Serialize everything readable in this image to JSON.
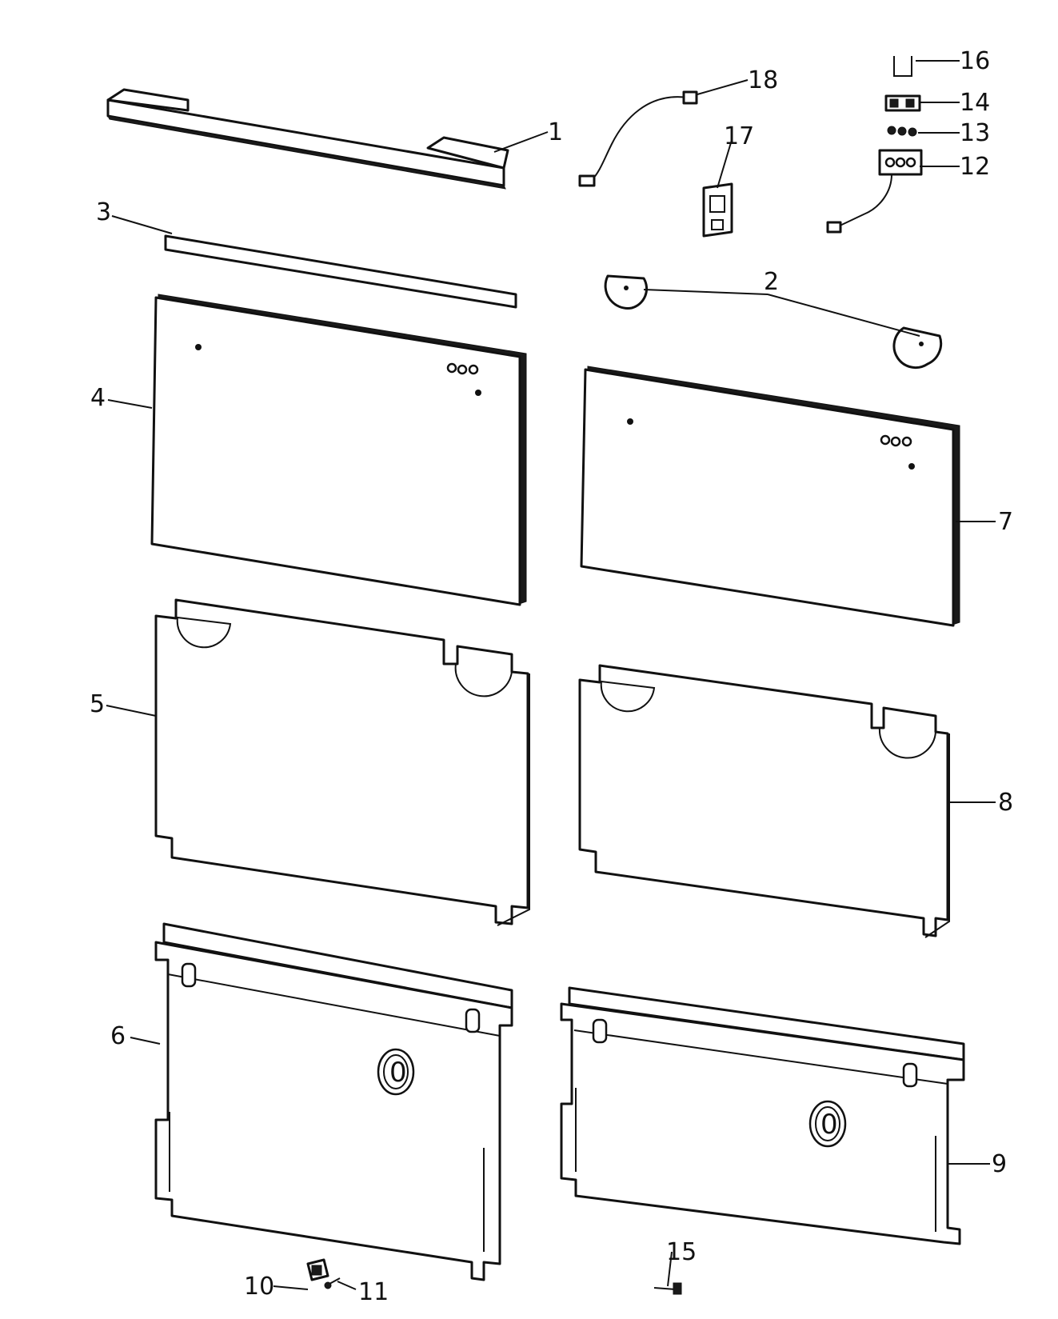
{
  "callouts": [
    {
      "id": "c1",
      "text": "1"
    },
    {
      "id": "c2",
      "text": "2"
    },
    {
      "id": "c3",
      "text": "3"
    },
    {
      "id": "c4",
      "text": "4"
    },
    {
      "id": "c5",
      "text": "5"
    },
    {
      "id": "c6",
      "text": "6"
    },
    {
      "id": "c7",
      "text": "7"
    },
    {
      "id": "c8",
      "text": "8"
    },
    {
      "id": "c9",
      "text": "9"
    },
    {
      "id": "c10",
      "text": "10"
    },
    {
      "id": "c11",
      "text": "11"
    },
    {
      "id": "c12",
      "text": "12"
    },
    {
      "id": "c13",
      "text": "13"
    },
    {
      "id": "c14",
      "text": "14"
    },
    {
      "id": "c15",
      "text": "15"
    },
    {
      "id": "c16",
      "text": "16"
    },
    {
      "id": "c17",
      "text": "17"
    },
    {
      "id": "c18",
      "text": "18"
    }
  ],
  "badges": {
    "left": "0",
    "right": "0"
  }
}
